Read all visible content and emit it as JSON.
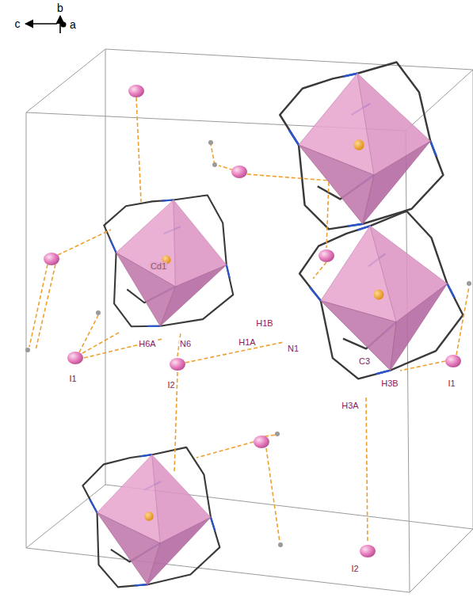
{
  "diagram": {
    "labels": [
      "c",
      "b",
      "a",
      "Cd1",
      "I1",
      "H6A",
      "N6",
      "I2",
      "H1A",
      "H1B",
      "N1",
      "C3",
      "H3B",
      "H3A",
      "I1",
      "I2"
    ]
  }
}
